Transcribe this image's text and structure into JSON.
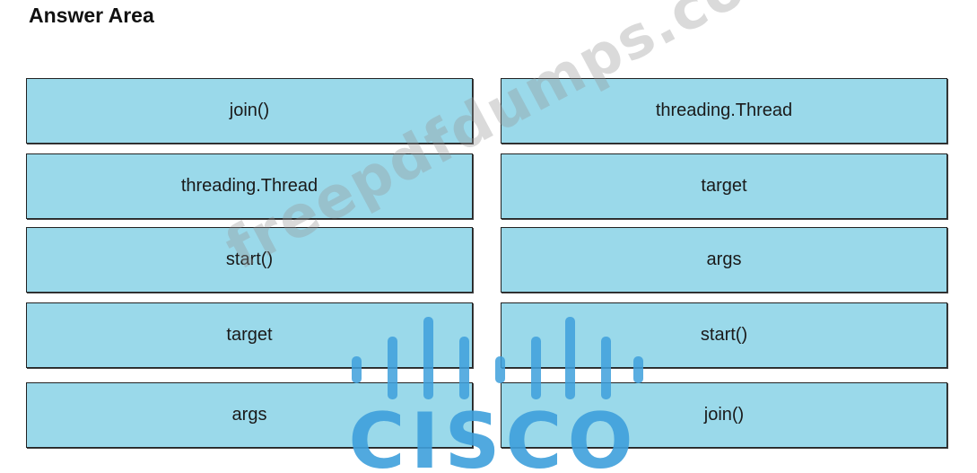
{
  "header": {
    "title": "Answer Area"
  },
  "left_column": {
    "items": [
      {
        "label": "join()"
      },
      {
        "label": "threading.Thread"
      },
      {
        "label": "start()"
      },
      {
        "label": "target"
      },
      {
        "label": "args"
      }
    ]
  },
  "right_column": {
    "items": [
      {
        "label": "threading.Thread"
      },
      {
        "label": "target"
      },
      {
        "label": "args"
      },
      {
        "label": "start()"
      },
      {
        "label": "join()"
      }
    ]
  },
  "watermark": {
    "site_text": "freepdfdumps.com",
    "brand_text": "CISCO"
  },
  "colors": {
    "box_fill": "#9ad9ea",
    "box_border": "#222222",
    "logo_blue": "#3fa0dc"
  }
}
